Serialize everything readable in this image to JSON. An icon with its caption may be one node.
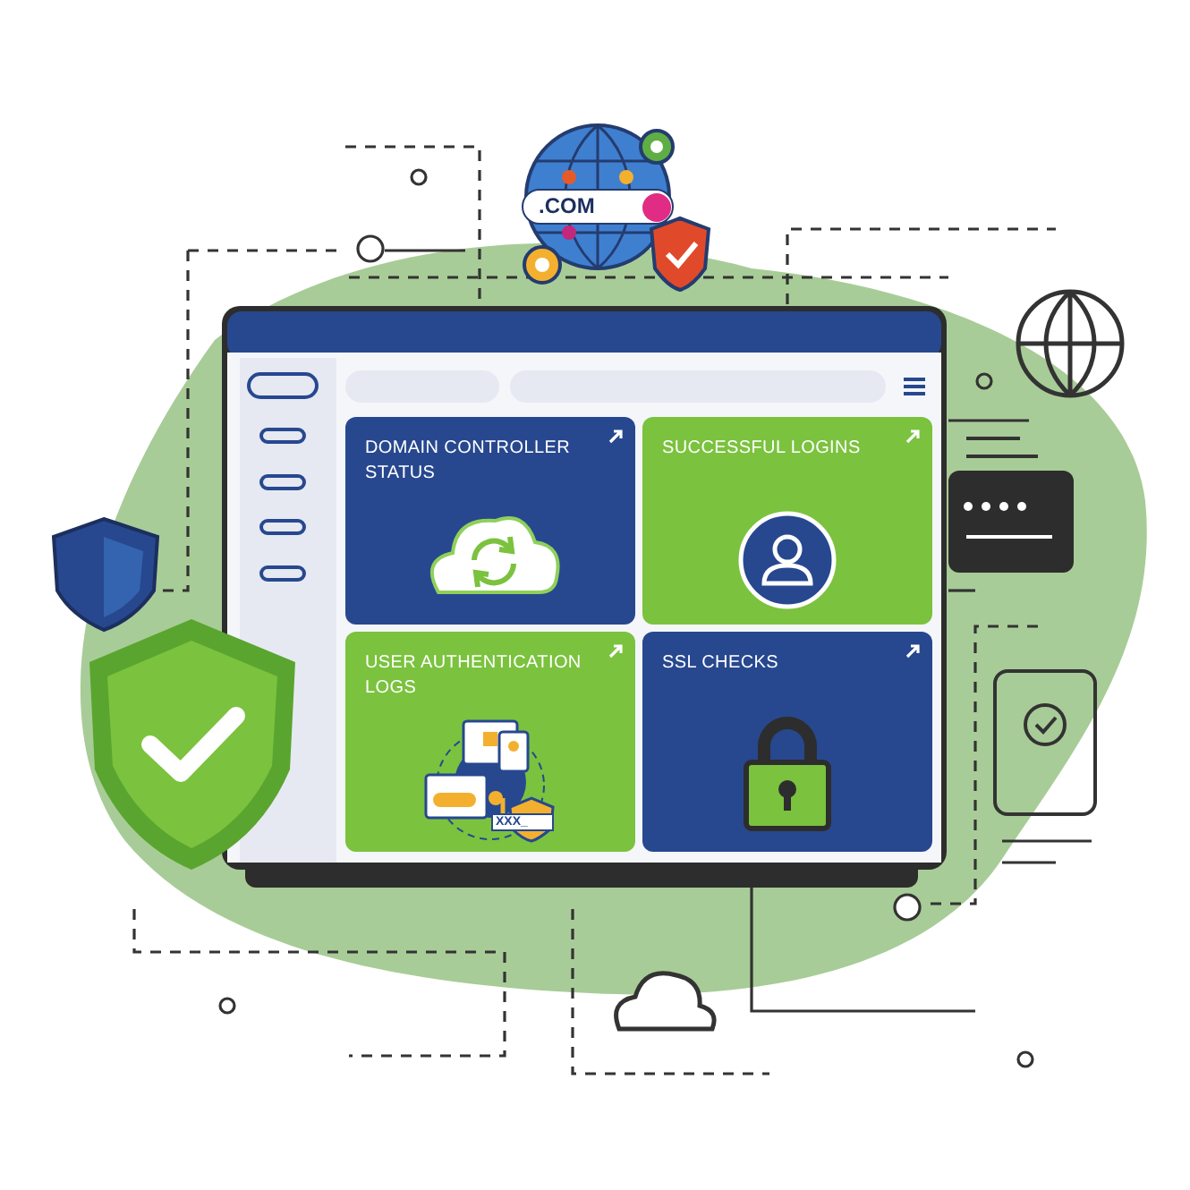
{
  "diagram": {
    "nodes": [
      {
        "text": [
          "DOMAIN CONTROLLER STATUS"
        ]
      },
      {
        "text": [
          "SUCCESSFUL LOGINS"
        ]
      },
      {
        "text": [
          "USER AUTHENTICATION LOGS"
        ]
      },
      {
        "text": [
          "SSL CHECKS"
        ]
      }
    ],
    "labels": [
      ".COM",
      "XXX_"
    ]
  }
}
